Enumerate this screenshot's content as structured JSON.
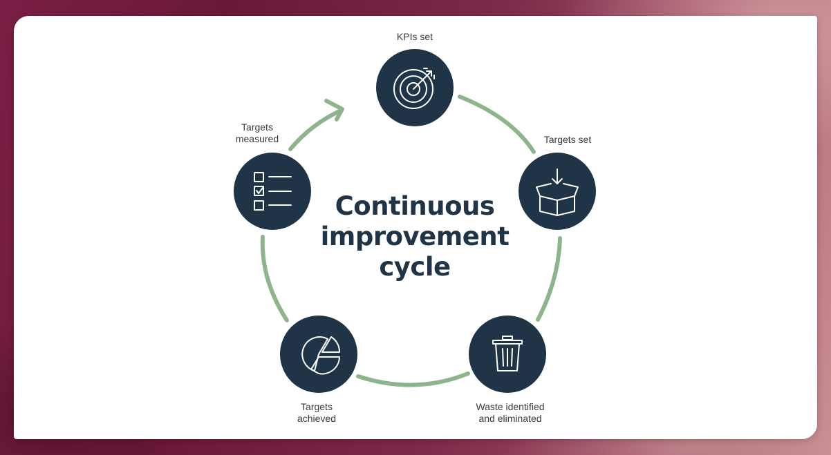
{
  "diagram": {
    "title_lines": [
      "Continuous",
      "improvement",
      "cycle"
    ],
    "nodes": [
      {
        "id": "kpis-set",
        "icon": "target-icon",
        "label_lines": [
          "KPIs set"
        ]
      },
      {
        "id": "targets-set",
        "icon": "box-download-icon",
        "label_lines": [
          "Targets set"
        ]
      },
      {
        "id": "waste-eliminated",
        "icon": "trash-bin-icon",
        "label_lines": [
          "Waste identified",
          "and eliminated"
        ]
      },
      {
        "id": "targets-achieved",
        "icon": "pie-chart-icon",
        "label_lines": [
          "Targets",
          "achieved"
        ]
      },
      {
        "id": "targets-measured",
        "icon": "checklist-icon",
        "label_lines": [
          "Targets",
          "measured"
        ]
      }
    ]
  },
  "colors": {
    "node_fill": "#1f3446",
    "cycle_arc": "#8db48a",
    "icon_stroke": "#ffffff",
    "title": "#1f3446",
    "label": "#333a40",
    "card": "#ffffff"
  }
}
